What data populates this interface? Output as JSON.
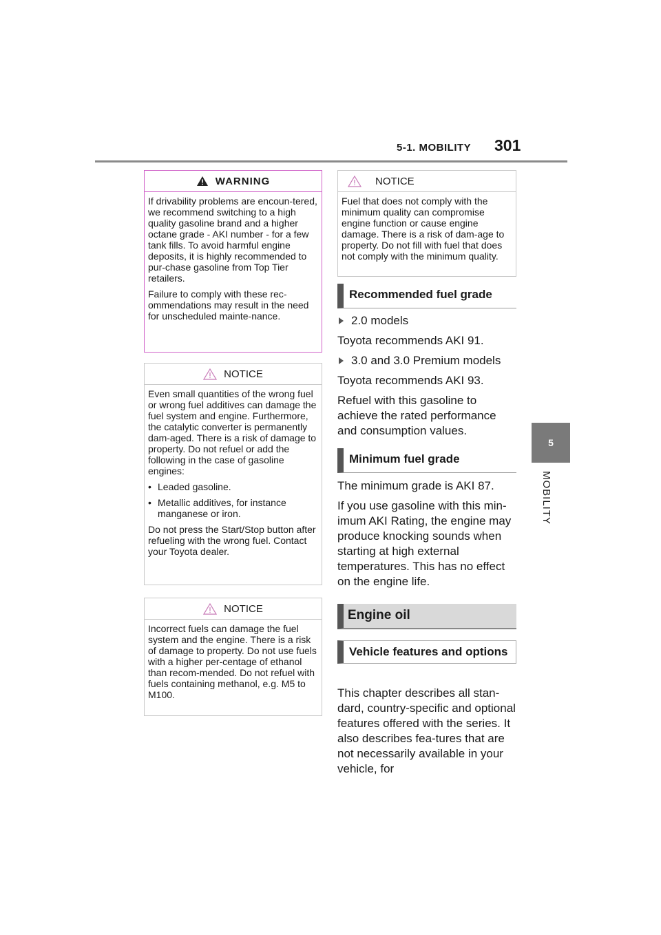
{
  "header": {
    "section": "5-1. MOBILITY",
    "page_number": "301"
  },
  "side_tab": {
    "number": "5",
    "label": "MOBILITY"
  },
  "warning": {
    "title": "WARNING",
    "paragraphs": [
      "If drivability problems are encoun-tered, we recommend switching to a high quality gasoline brand and a higher octane grade - AKI number - for a few tank fills. To avoid harmful engine deposits, it is highly recommended to pur-chase gasoline from Top Tier retailers.",
      "Failure to comply with these rec-ommendations may result in the need for unscheduled mainte-nance."
    ]
  },
  "notice1": {
    "title": "NOTICE",
    "intro": "Even small quantities of the wrong fuel or wrong fuel additives can damage the fuel system and engine. Furthermore, the catalytic converter is permanently dam-aged. There is a risk of damage to property. Do not refuel or add the following in the case of gasoline engines:",
    "bullets": [
      "Leaded gasoline.",
      "Metallic additives, for instance manganese or iron."
    ],
    "outro": "Do not press the Start/Stop button after refueling with the wrong fuel. Contact your Toyota dealer."
  },
  "notice2": {
    "title": "NOTICE",
    "text": "Incorrect fuels can damage the fuel system and the engine. There is a risk of damage to property. Do not use fuels with a higher per-centage of ethanol than recom-mended. Do not refuel with fuels containing methanol, e.g. M5 to M100."
  },
  "notice3": {
    "title": "NOTICE",
    "text": "Fuel that does not comply with the minimum quality can compromise engine function or cause engine damage. There is a risk of dam-age to property. Do not fill with fuel that does not comply with the minimum quality."
  },
  "recommended": {
    "heading": "Recommended fuel grade",
    "model1": "2.0 models",
    "model1_text": "Toyota recommends AKI 91.",
    "model2": "3.0 and 3.0 Premium models",
    "model2_text": "Toyota recommends AKI 93.",
    "note": "Refuel with this gasoline to achieve the rated performance and consumption values."
  },
  "minimum": {
    "heading": "Minimum fuel grade",
    "line1": "The minimum grade is AKI 87.",
    "line2": "If you use gasoline with this min-imum AKI Rating, the engine may produce knocking sounds when starting at high external temperatures. This has no effect on the engine life."
  },
  "engine_oil": {
    "heading": "Engine oil",
    "subheading": "Vehicle features and options",
    "text": "This chapter describes all stan-dard, country-specific and optional features offered with the series. It also describes fea-tures that are not necessarily available in your vehicle, for"
  }
}
